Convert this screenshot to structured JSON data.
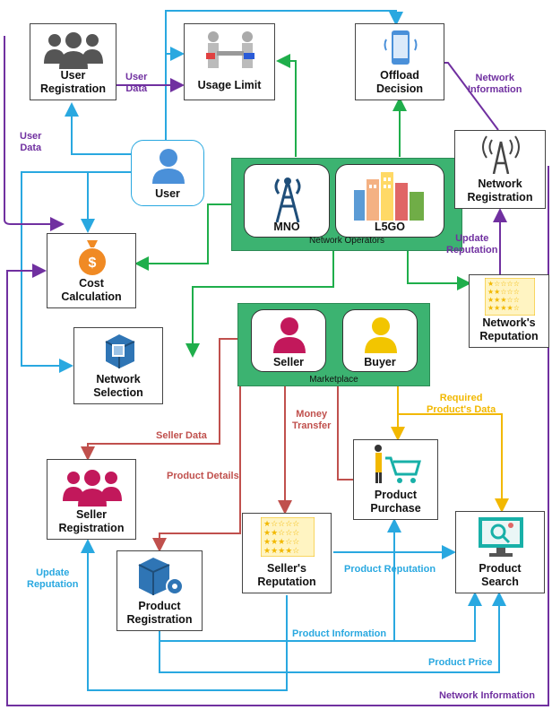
{
  "boxes": {
    "user_registration": "User\nRegistration",
    "usage_limit": "Usage Limit",
    "offload_decision": "Offload\nDecision",
    "user": "User",
    "network_registration": "Network\nRegistration",
    "cost_calculation": "Cost\nCalculation",
    "network_reputation": "Network's\nReputation",
    "network_selection": "Network\nSelection",
    "seller_registration": "Seller\nRegistration",
    "product_purchase": "Product\nPurchase",
    "sellers_reputation": "Seller's\nReputation",
    "product_search": "Product\nSearch",
    "product_registration": "Product\nRegistration"
  },
  "network_operators": {
    "caption": "Network Operators",
    "mno": "MNO",
    "l5go": "L5GO"
  },
  "marketplace": {
    "caption": "Marketplace",
    "seller": "Seller",
    "buyer": "Buyer"
  },
  "flow_labels": {
    "user_data_top": "User\nData",
    "user_data_left": "User\nData",
    "network_information_top": "Network\nInformation",
    "update_reputation_right": "Update\nReputation",
    "seller_data": "Seller Data",
    "money_transfer": "Money\nTransfer",
    "required_products_data": "Required\nProduct's Data",
    "product_details": "Product Details",
    "update_reputation_left": "Update\nReputation",
    "product_reputation": "Product Reputation",
    "product_information": "Product Information",
    "product_price": "Product Price",
    "network_information_bottom": "Network Information"
  },
  "colors": {
    "purple": "#7030a0",
    "teal": "#29a8e0",
    "green": "#1fae4b",
    "brown": "#c0504d",
    "gold": "#f2b800",
    "panel_green": "#3cb371"
  }
}
